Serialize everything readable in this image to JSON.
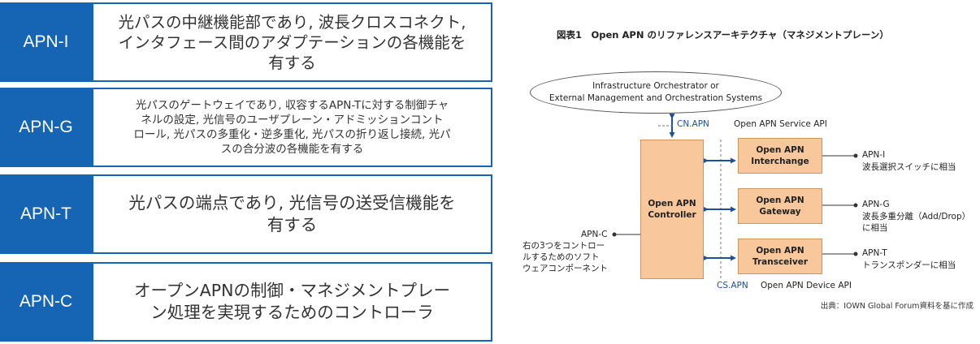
{
  "table": {
    "rows": [
      {
        "label": "APN-I",
        "lines": [
          "光パスの中継機能部であり, 波長クロスコネクト,",
          "インタフェース間のアダプテーションの各機能を",
          "有する"
        ]
      },
      {
        "label": "APN-G",
        "lines": [
          "光パスのゲートウェイであり, 収容するAPN-Tに対する制御チャ",
          "ネルの設定, 光信号のユーザプレーン・アドミッションコント",
          "ロール, 光パスの多重化・逆多重化, 光パスの折り返し接続, 光パ",
          "スの合分波の各機能を有する"
        ]
      },
      {
        "label": "APN-T",
        "lines": [
          "光パスの端点であり, 光信号の送受信機能を",
          "有する"
        ]
      },
      {
        "label": "APN-C",
        "lines": [
          "オープンAPNの制御・マネジメントプレー",
          "ン処理を実現するためのコントローラ"
        ]
      }
    ]
  },
  "diagram": {
    "title": "図表1　Open APN のリファレンスアーキテクチャ（マネジメントプレーン）",
    "orchestrator": [
      "Infrastructure Orchestrator or",
      "External Management and Orchestration Systems"
    ],
    "cn_apn": "CN.APN",
    "service_api": "Open APN Service API",
    "controller": [
      "Open APN",
      "Controller"
    ],
    "components": [
      {
        "name": [
          "Open APN",
          "Interchange"
        ],
        "tag": "APN-I",
        "desc": [
          "波長選択スイッチに相当"
        ]
      },
      {
        "name": [
          "Open APN",
          "Gateway"
        ],
        "tag": "APN-G",
        "desc": [
          "波長多重分離（Add/Drop）",
          "に相当"
        ]
      },
      {
        "name": [
          "Open APN",
          "Transceiver"
        ],
        "tag": "APN-T",
        "desc": [
          "トランスポンダーに相当"
        ]
      }
    ],
    "apn_c": {
      "tag": "APN-C",
      "desc": [
        "右の3つをコントロー",
        "ルするためのソフト",
        "ウェアコンポーネント"
      ]
    },
    "cs_apn": "CS.APN",
    "device_api": "Open APN Device API",
    "source": "出典：IOWN Global Forum資料を基に作成",
    "colors": {
      "table_blue": "#1565b4",
      "box_fill": "#f8c79b",
      "arrow_blue": "#1e4f9a"
    }
  }
}
